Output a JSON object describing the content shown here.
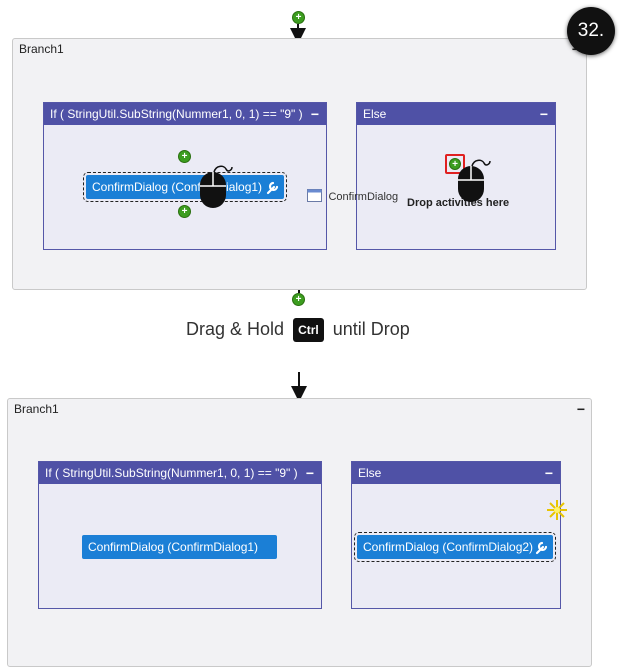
{
  "step_badge": "32.",
  "instruction": {
    "prefix": "Drag & Hold",
    "key": "Ctrl",
    "suffix": "until Drop"
  },
  "top": {
    "branch_title": "Branch1",
    "collapse": "−",
    "if_header": "If ( StringUtil.SubString(Nummer1, 0, 1) == \"9\" )",
    "else_header": "Else",
    "panel_toggle": "−",
    "activity_label": "ConfirmDialog (ConfirmDialog1)",
    "drag_preview_label": "ConfirmDialog",
    "drop_hint": "Drop activities here"
  },
  "bottom": {
    "branch_title": "Branch1",
    "collapse": "−",
    "if_header": "If ( StringUtil.SubString(Nummer1, 0, 1) == \"9\" )",
    "else_header": "Else",
    "panel_toggle": "−",
    "activity1_label": "ConfirmDialog (ConfirmDialog1)",
    "activity2_label": "ConfirmDialog (ConfirmDialog2)"
  },
  "colors": {
    "panel_header": "#4f51a6",
    "activity": "#1b7fd6",
    "add_button": "#3c9d1f",
    "drop_target": "#e02020"
  }
}
